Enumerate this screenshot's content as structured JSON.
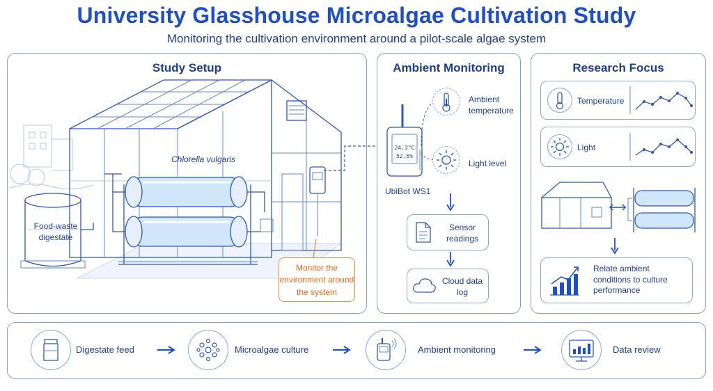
{
  "header": {
    "title": "University Glasshouse Microalgae Cultivation Study",
    "subtitle": "Monitoring the cultivation environment around a pilot-scale algae system"
  },
  "setup": {
    "title": "Study Setup",
    "species_label": "Chlorella vulgaris",
    "tank_label": "Food-waste digestate",
    "callout": "Monitor the environment around the system"
  },
  "monitoring": {
    "title": "Ambient Monitoring",
    "device_name": "UbiBot WS1",
    "screen_temp": "24.3°C",
    "screen_humidity": "52.6%",
    "ambient_temp_label": "Ambient temperature",
    "light_label": "Light level",
    "sensor_label": "Sensor readings",
    "cloud_label": "Cloud data log"
  },
  "research": {
    "title": "Research Focus",
    "temperature_label": "Temperature",
    "light_label": "Light",
    "relate_label": "Relate ambient conditions to culture performance"
  },
  "flow": {
    "steps": [
      {
        "label": "Digestate feed",
        "icon": "digestate-jar-icon"
      },
      {
        "label": "Microalgae culture",
        "icon": "microalgae-cells-icon"
      },
      {
        "label": "Ambient monitoring",
        "icon": "sensor-device-icon"
      },
      {
        "label": "Data review",
        "icon": "monitor-chart-icon"
      }
    ]
  },
  "colors": {
    "primary": "#1c4fc9",
    "outline": "#7fa0e3",
    "accent_orange": "#f08a3a",
    "tube_fill": "#cfe6fb"
  }
}
